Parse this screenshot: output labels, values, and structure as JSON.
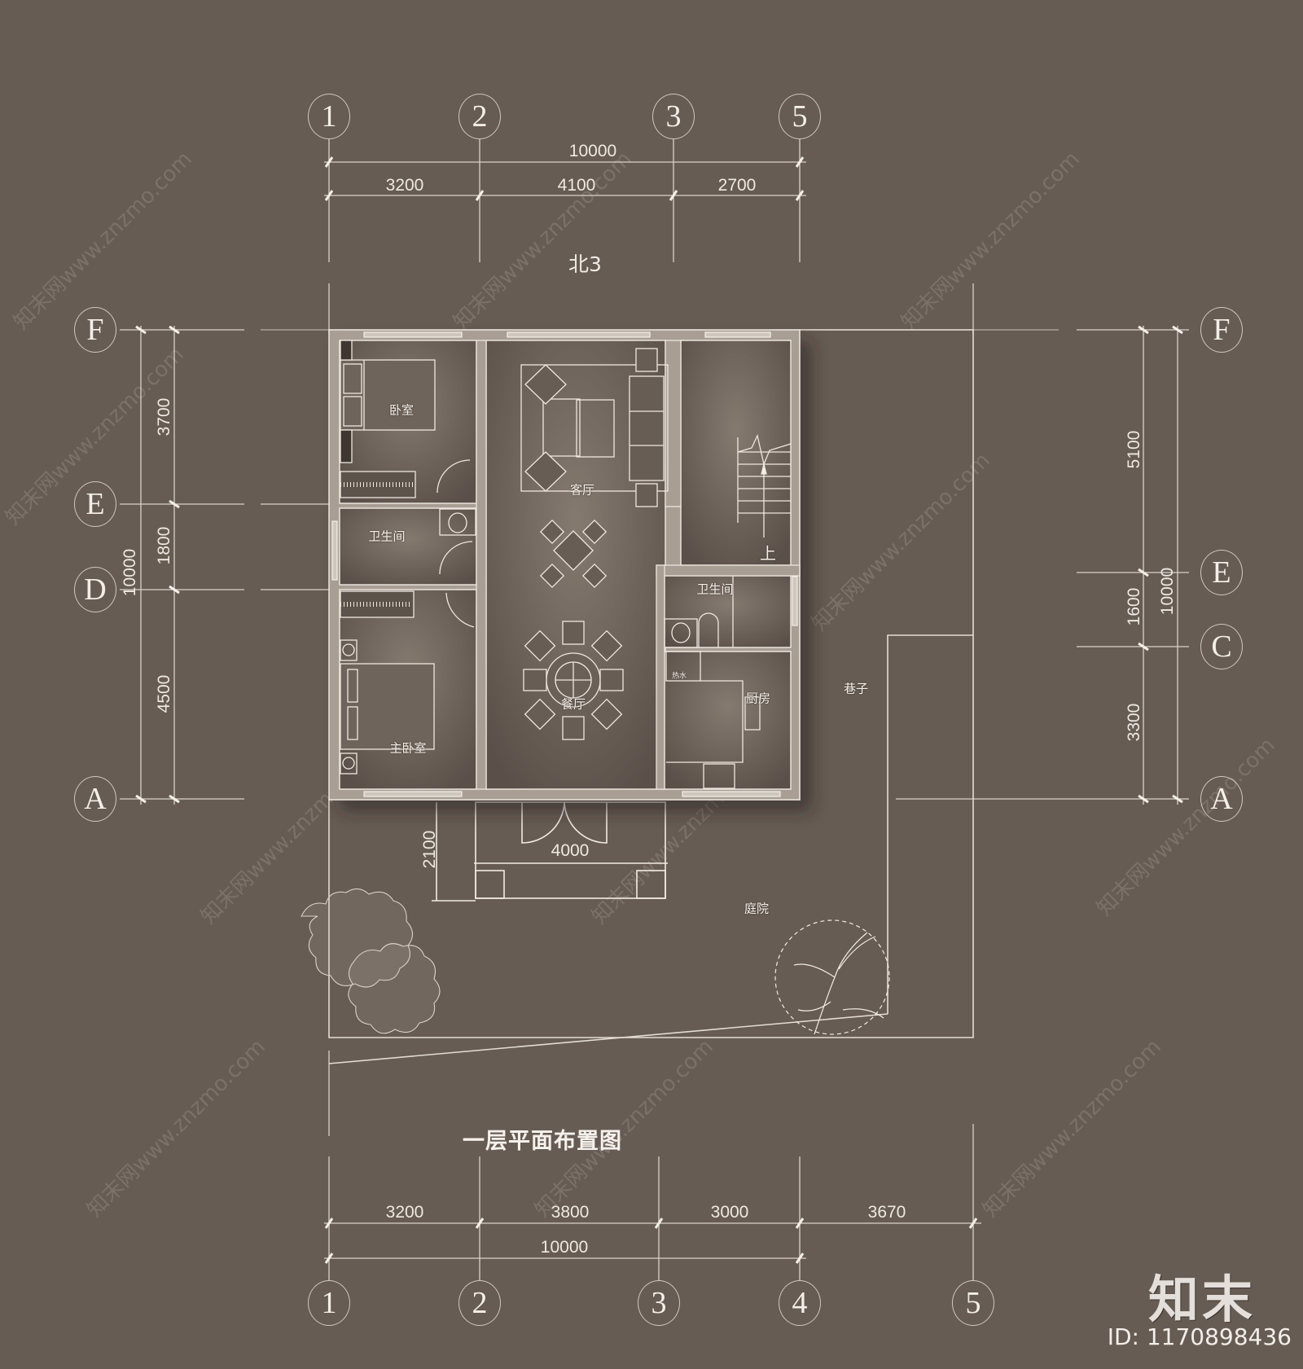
{
  "drawing": {
    "title": "一层平面布置图",
    "north_label": "北3",
    "background_color": "#665c53",
    "wall_color": "#a89e94",
    "line_color": "#e8e2db"
  },
  "top_axes": [
    "1",
    "2",
    "3",
    "5"
  ],
  "top_dims": {
    "total": "10000",
    "segments": [
      "3200",
      "4100",
      "2700"
    ]
  },
  "bottom_axes": [
    "1",
    "2",
    "3",
    "4",
    "5"
  ],
  "bottom_dims": {
    "total": "10000",
    "segments": [
      "3200",
      "3800",
      "3000",
      "3670"
    ]
  },
  "left_axes": [
    "F",
    "E",
    "D",
    "A"
  ],
  "left_dims": {
    "total": "10000",
    "segments": [
      "3700",
      "1800",
      "4500"
    ]
  },
  "right_axes": [
    "F",
    "E",
    "C",
    "A"
  ],
  "right_dims": {
    "total": "10000",
    "segments": [
      "5100",
      "1600",
      "3300"
    ]
  },
  "porch_dims": {
    "width": "4000",
    "depth": "2100"
  },
  "rooms": {
    "bedroom": "卧室",
    "living_room": "客厅",
    "bathroom_1": "卫生间",
    "bathroom_2": "卫生间",
    "master_bedroom": "主卧室",
    "dining_room": "餐厅",
    "kitchen": "厨房",
    "water_heater": "热水",
    "stairs_up": "上",
    "alley": "巷子",
    "courtyard": "庭院"
  },
  "watermarks": [
    "知末网www.znzmo.com"
  ],
  "brand": {
    "logo": "知末",
    "id_text": "ID: 1170898436"
  }
}
